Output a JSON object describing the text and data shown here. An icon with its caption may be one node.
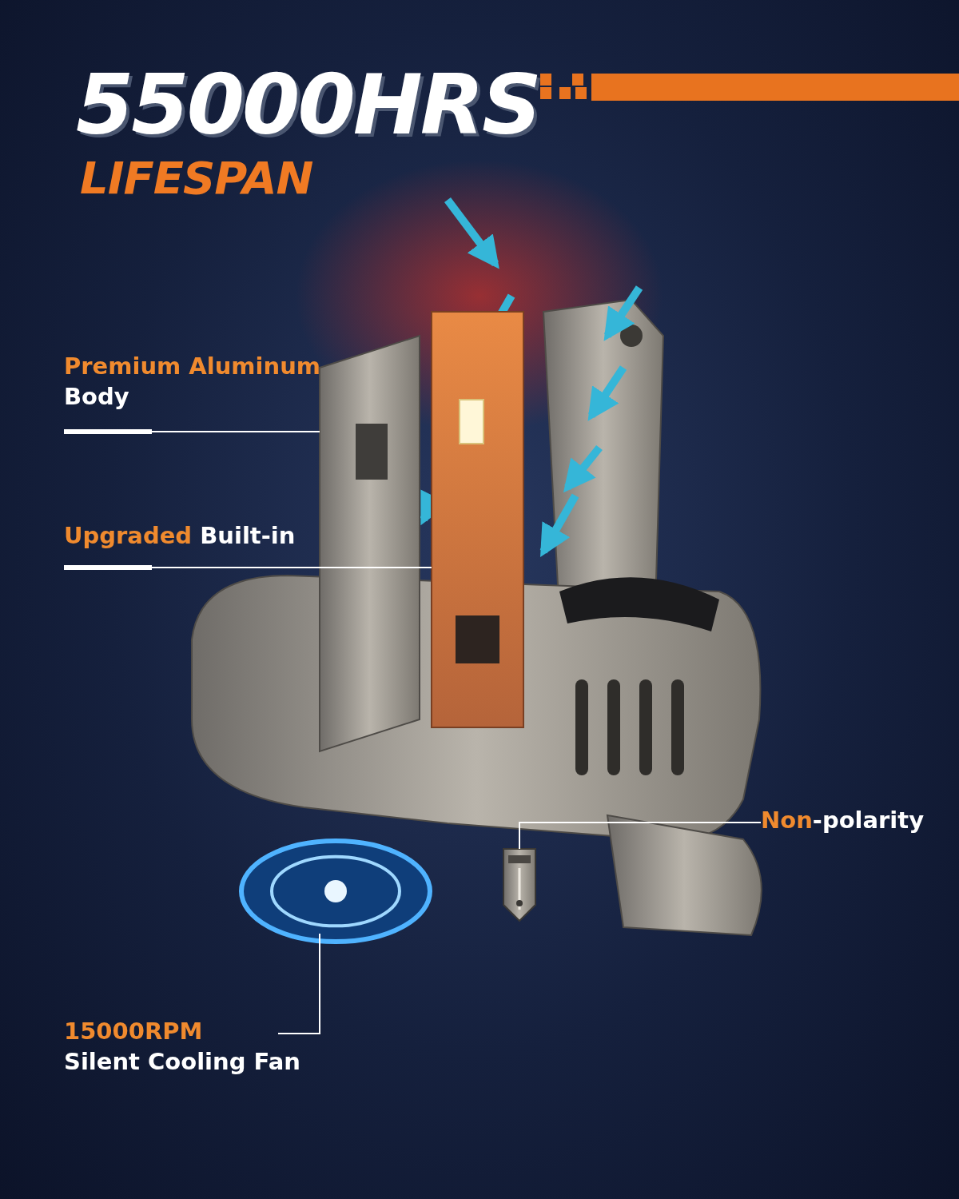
{
  "diagram": {
    "title": "55000HRS",
    "nodes": [
      {
        "text": [
          "Premium Aluminum",
          "Body"
        ]
      },
      {
        "text": [],
        "shape": "picture"
      },
      {
        "text": [
          "**Upgraded** Built-in"
        ]
      },
      {
        "text": [],
        "shape": "picture"
      },
      {
        "text": [
          "**Non**-polarity"
        ]
      },
      {
        "text": [],
        "shape": "picture"
      },
      {
        "text": [
          "15000RPM",
          "Silent Cooling Fan"
        ]
      },
      {
        "text": [],
        "shape": "picture"
      }
    ],
    "edges": [
      {
        "from": 0,
        "to": 1,
        "arrow": "none"
      },
      {
        "from": 2,
        "to": 3,
        "arrow": "none"
      },
      {
        "from": 4,
        "to": 5,
        "arrow": "none"
      },
      {
        "from": 6,
        "to": 7,
        "arrow": "none"
      }
    ],
    "labels": [
      "LIFESPAN"
    ]
  }
}
